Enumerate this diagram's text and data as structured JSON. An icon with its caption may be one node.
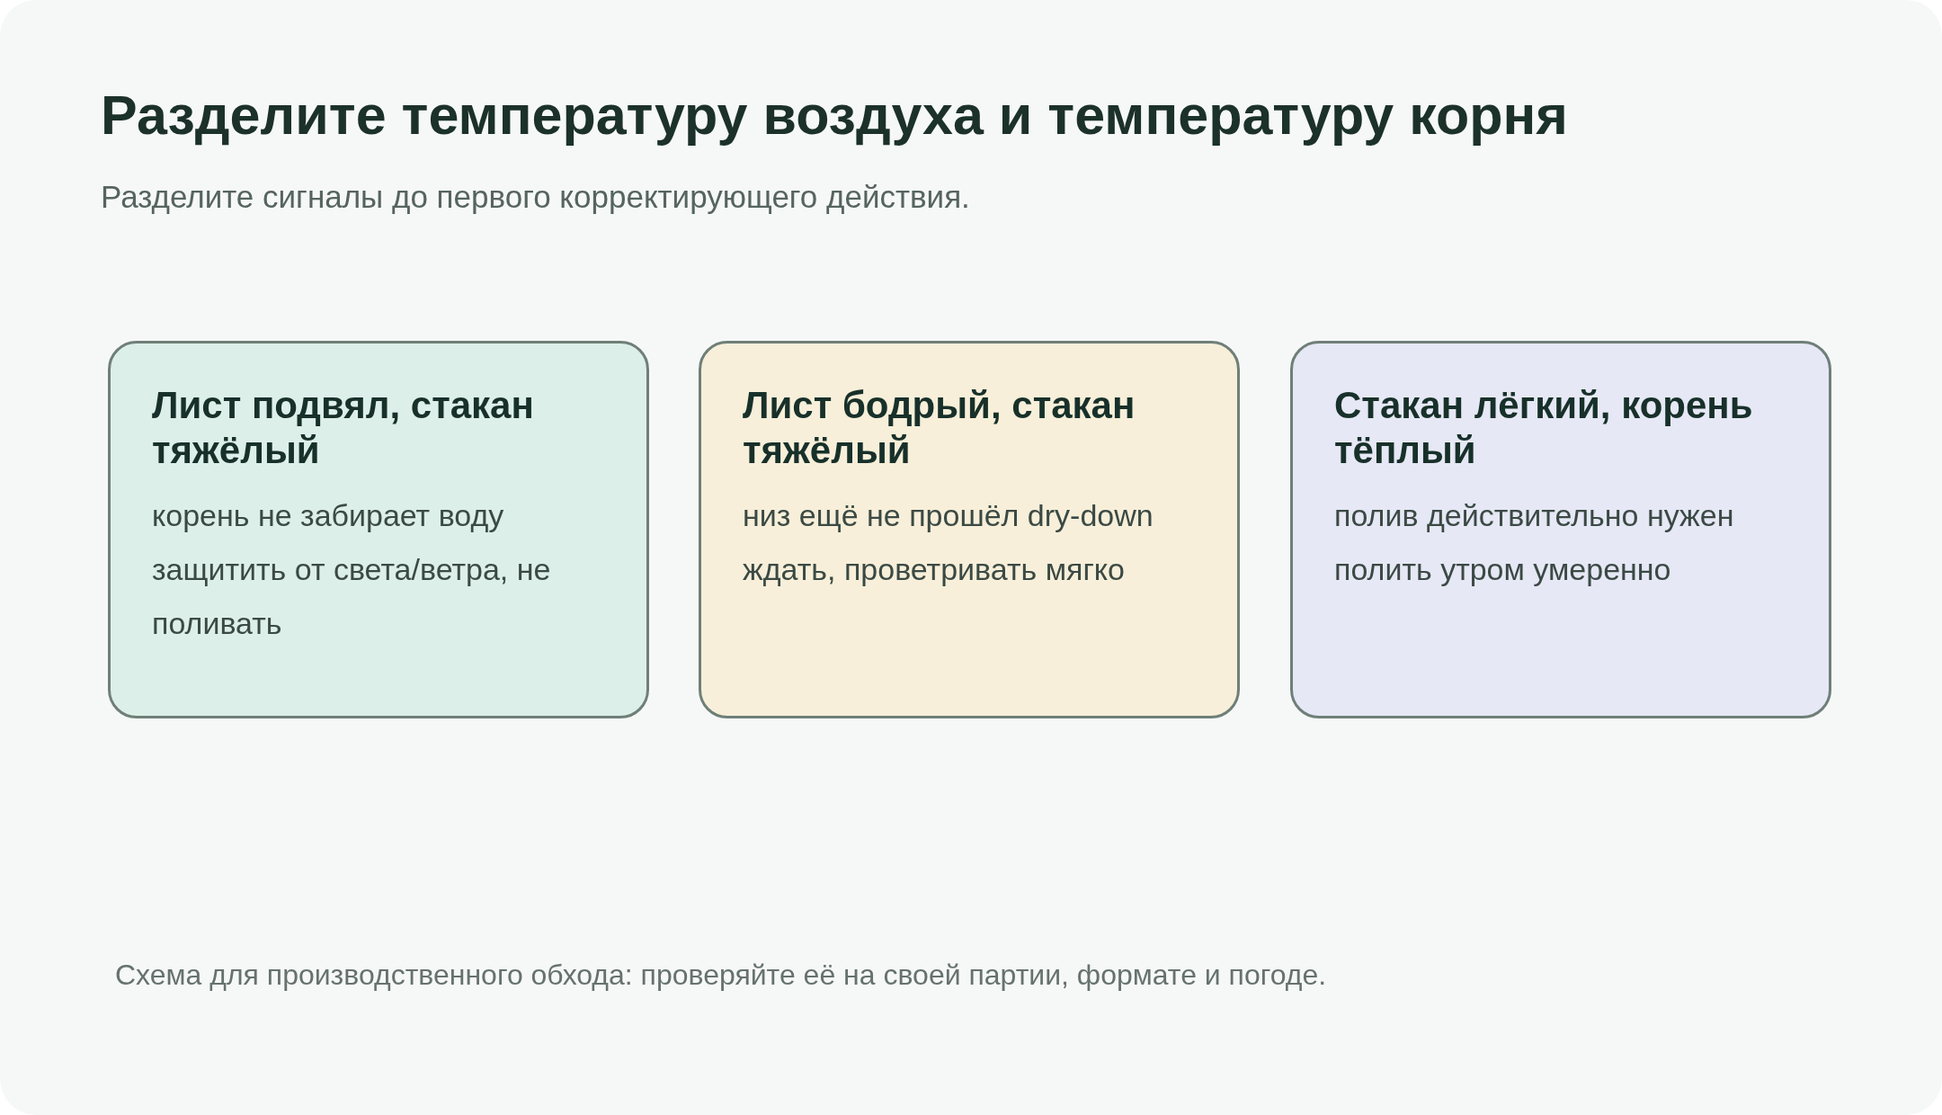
{
  "diagram": {
    "title": "Разделите температуру воздуха и температуру корня",
    "nodes": [
      {
        "text": [
          "Лист подвял, стакан тяжёлый",
          "корень не забирает воду",
          "защитить от света/ветра, не поливать"
        ]
      },
      {
        "text": [
          "Лист бодрый, стакан тяжёлый",
          "низ ещё не прошёл dry-down",
          "ждать, проветривать мягко"
        ]
      },
      {
        "text": [
          "Стакан лёгкий, корень тёплый",
          "полив действительно нужен",
          "полить утром умеренно"
        ]
      }
    ],
    "labels": [
      "Разделите сигналы до первого корректирующего действия."
    ],
    "caption": "Схема для производственного обхода: проверяйте её на своей партии, формате и погоде."
  }
}
